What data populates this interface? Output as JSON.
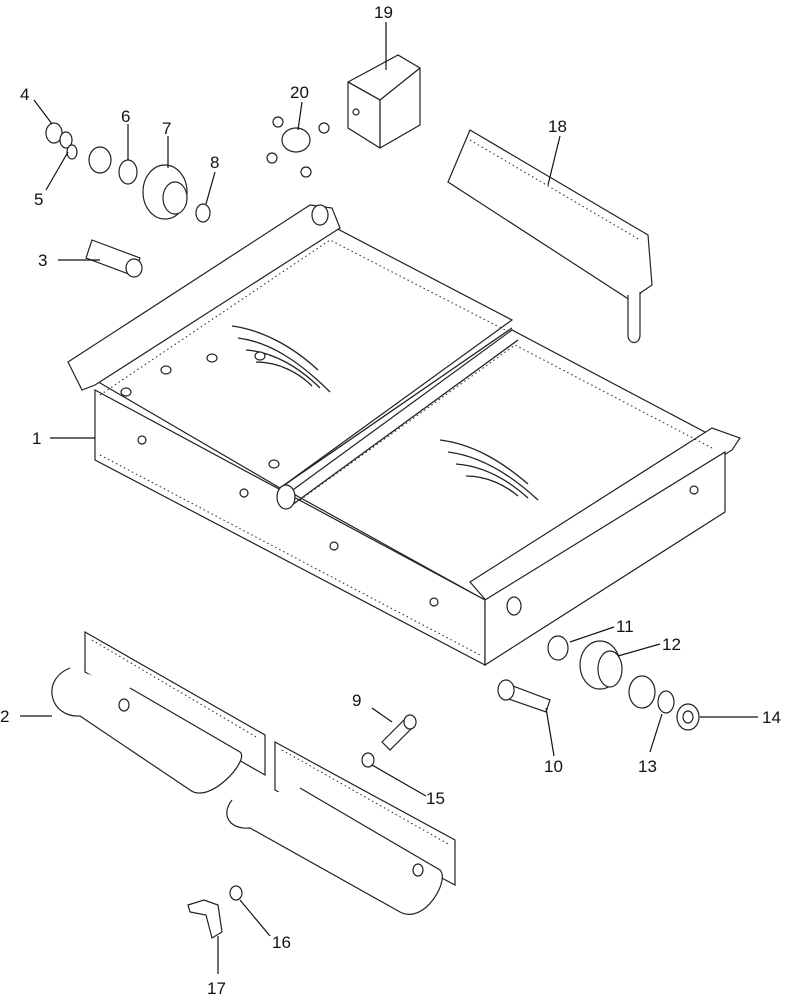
{
  "callouts": [
    {
      "id": "1",
      "label": "1"
    },
    {
      "id": "2",
      "label": "2"
    },
    {
      "id": "3",
      "label": "3"
    },
    {
      "id": "4",
      "label": "4"
    },
    {
      "id": "5",
      "label": "5"
    },
    {
      "id": "6",
      "label": "6"
    },
    {
      "id": "7",
      "label": "7"
    },
    {
      "id": "8",
      "label": "8"
    },
    {
      "id": "9",
      "label": "9"
    },
    {
      "id": "10",
      "label": "10"
    },
    {
      "id": "11",
      "label": "11"
    },
    {
      "id": "12",
      "label": "12"
    },
    {
      "id": "13",
      "label": "13"
    },
    {
      "id": "14",
      "label": "14"
    },
    {
      "id": "15",
      "label": "15"
    },
    {
      "id": "16",
      "label": "16"
    },
    {
      "id": "17",
      "label": "17"
    },
    {
      "id": "18",
      "label": "18"
    },
    {
      "id": "19",
      "label": "19"
    },
    {
      "id": "20",
      "label": "20"
    }
  ],
  "colors": {
    "ink": "#111111",
    "paper": "#ffffff"
  }
}
